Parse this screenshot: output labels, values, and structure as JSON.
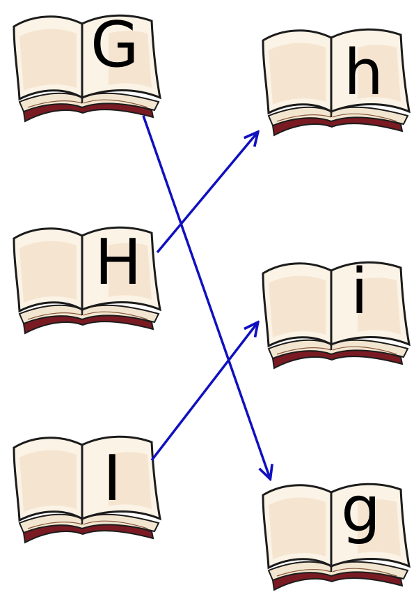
{
  "colors": {
    "arrow": "#1010c0",
    "page_fill": "#fbf3e6",
    "page_shade": "#f0d9bd",
    "cover": "#7a1a22",
    "outline": "#1c1c1c"
  },
  "left_books": [
    {
      "letter": "G"
    },
    {
      "letter": "H"
    },
    {
      "letter": "I"
    }
  ],
  "right_books": [
    {
      "letter": "h"
    },
    {
      "letter": "i"
    },
    {
      "letter": "g"
    }
  ],
  "arrows": [
    {
      "from": "G",
      "to": "g"
    },
    {
      "from": "H",
      "to": "h"
    },
    {
      "from": "I",
      "to": "i"
    }
  ]
}
